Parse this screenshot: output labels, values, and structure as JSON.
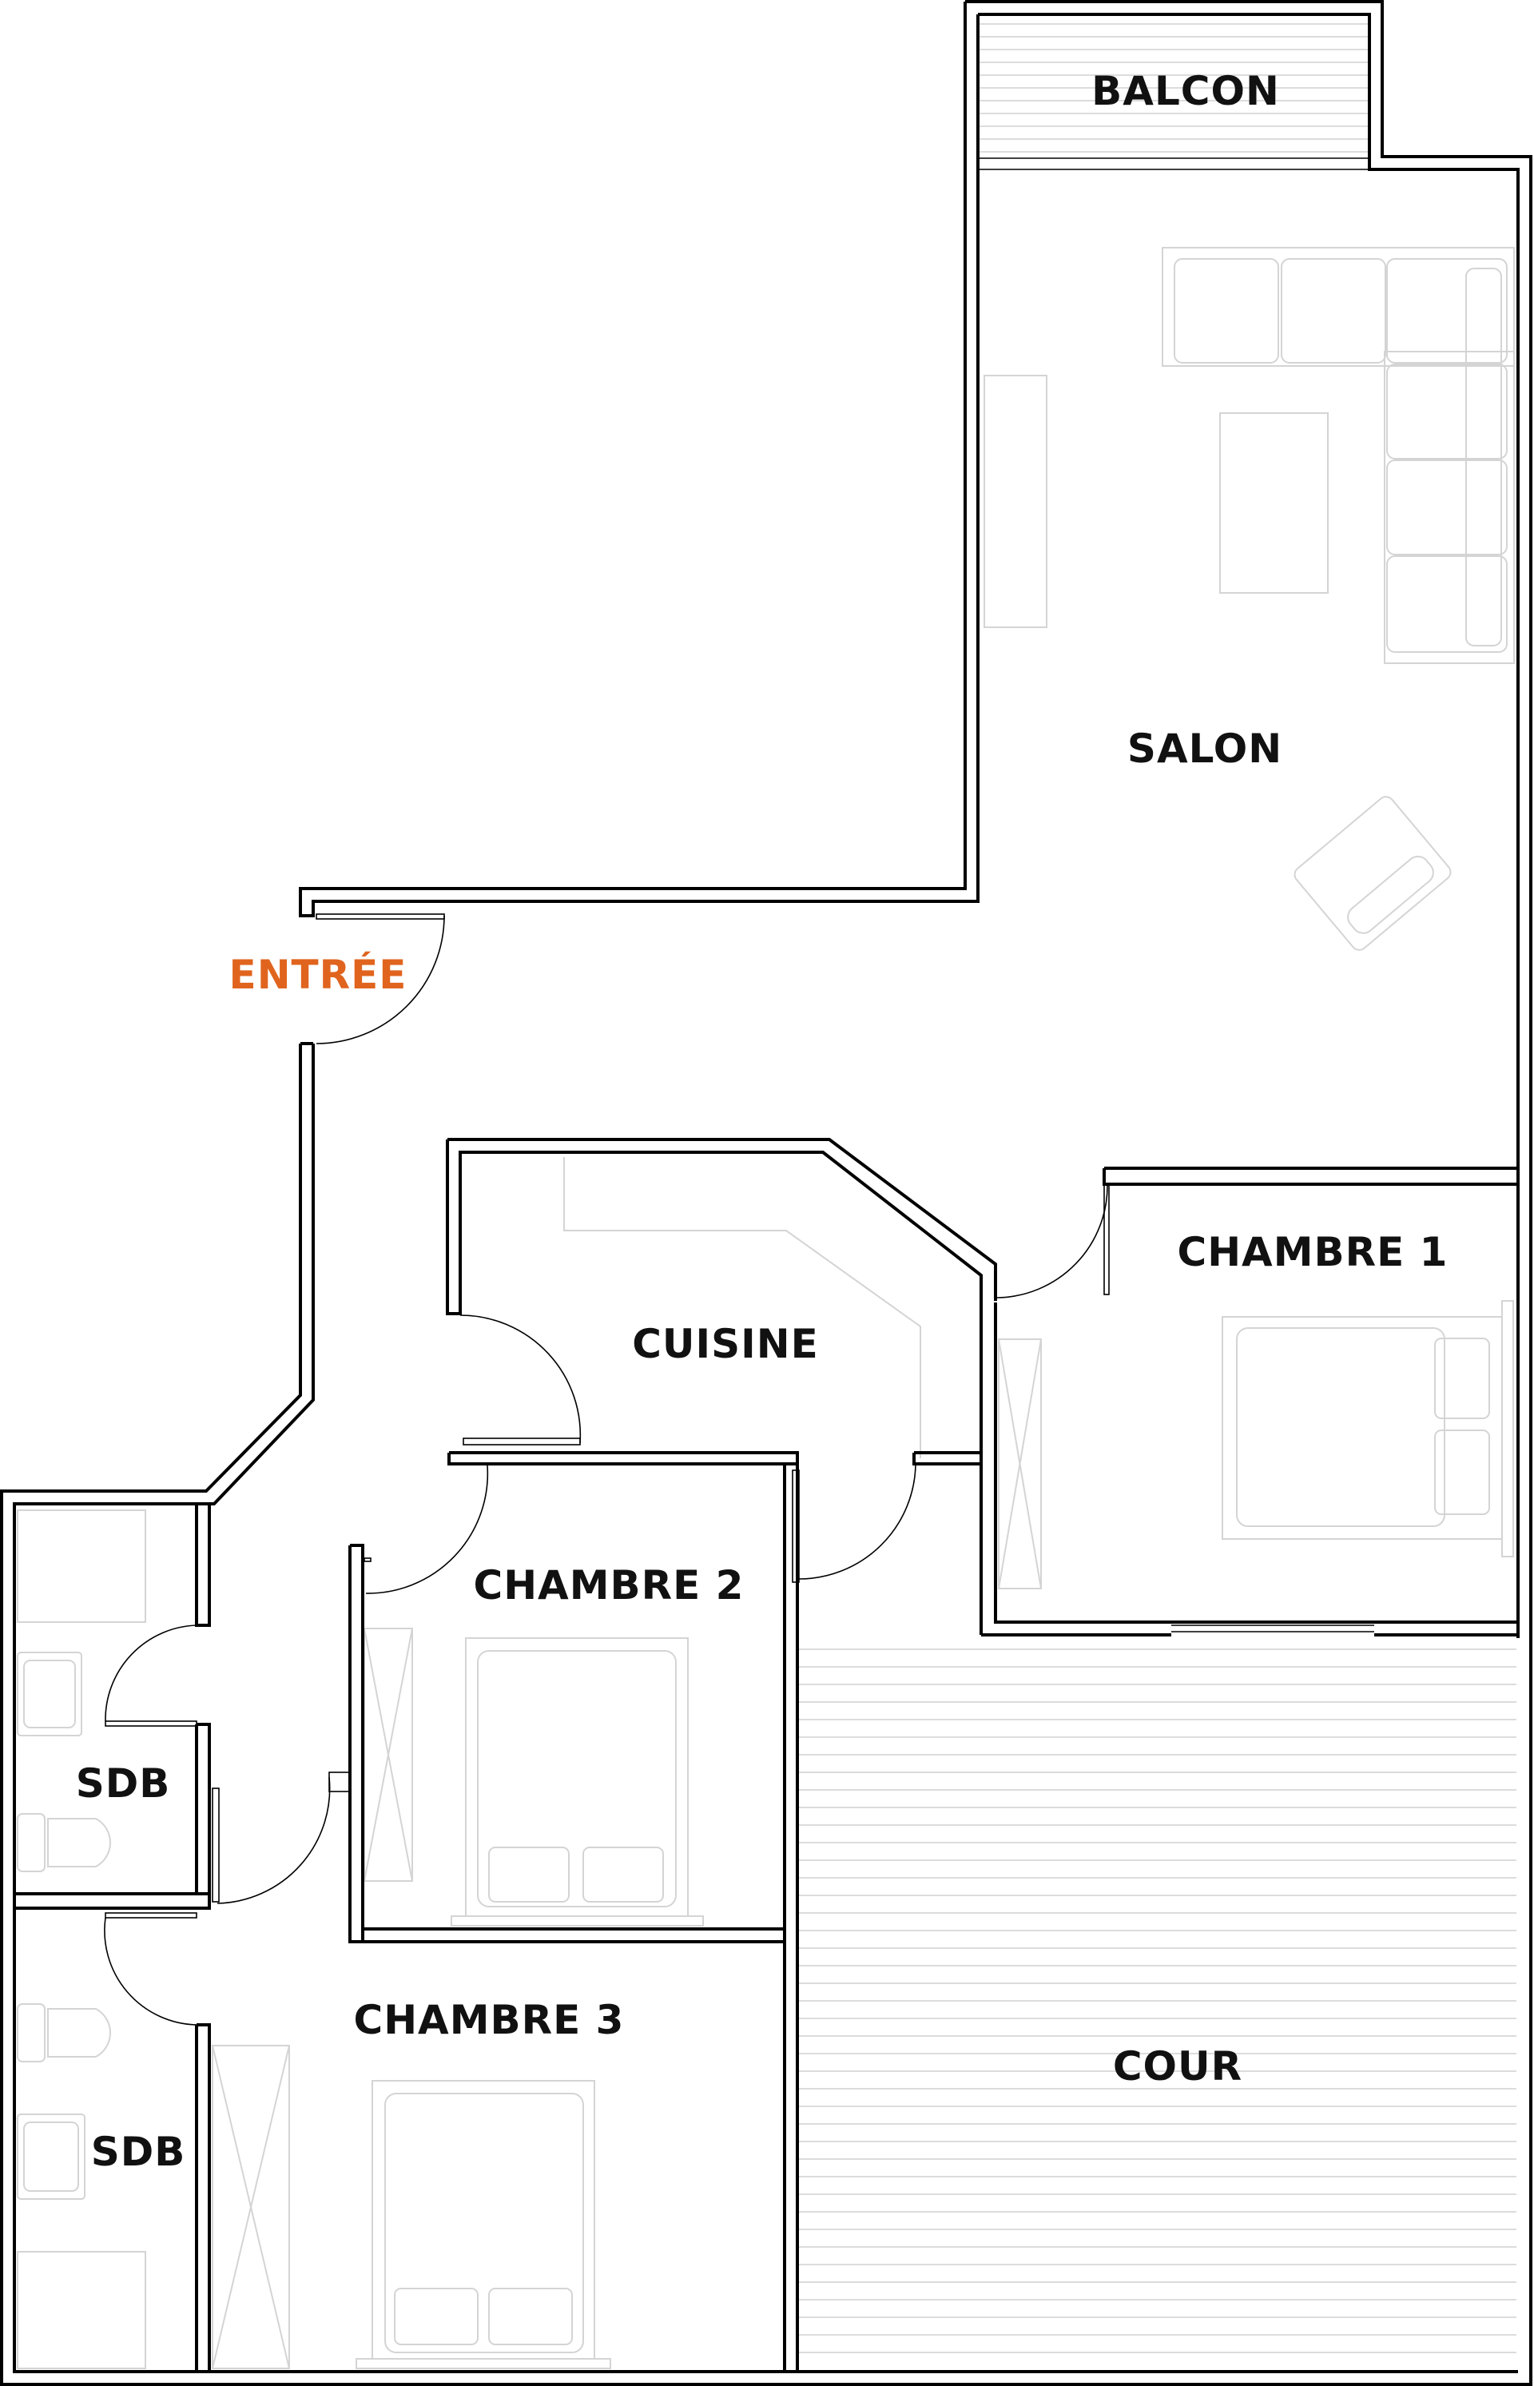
{
  "plan": {
    "rooms": {
      "balcon": "BALCON",
      "salon": "SALON",
      "entree": "ENTRÉE",
      "chambre1": "CHAMBRE 1",
      "cuisine": "CUISINE",
      "chambre2": "CHAMBRE 2",
      "sdb1": "SDB",
      "sdb2": "SDB",
      "chambre3": "CHAMBRE 3",
      "cour": "COUR"
    }
  },
  "colors": {
    "text": "#111111",
    "accent": "#E0641E",
    "wall": "#000000",
    "furniture": "#d4d4d4"
  }
}
